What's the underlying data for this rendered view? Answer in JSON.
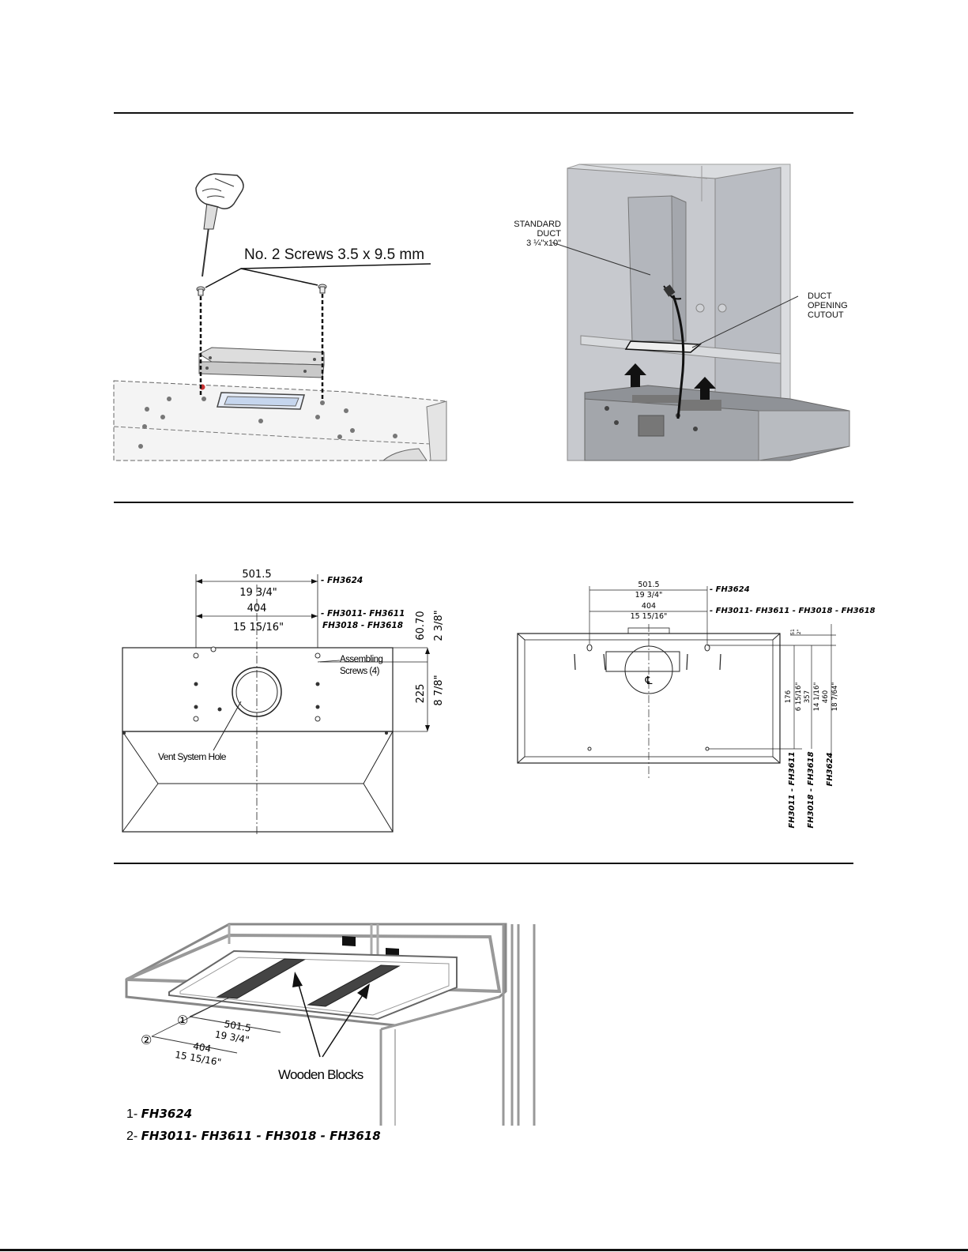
{
  "section1": {
    "screws_label": "No. 2 Screws 3.5 x 9.5 mm",
    "duct_label": [
      "STANDARD",
      "DUCT",
      "3 ¼\"x10\""
    ],
    "cutout_label": [
      "DUCT",
      "OPENING",
      "CUTOUT"
    ]
  },
  "section2": {
    "left": {
      "w1": "501.5",
      "w1_in": "19 3/4\"",
      "w2": "404",
      "w2_in": "15 15/16\"",
      "model_a": "- FH3624",
      "model_b1": "- FH3011- FH3611",
      "model_b2": "FH3018 - FH3618",
      "v1": "60.70",
      "v1_in": "2 3/8\"",
      "v2": "225",
      "v2_in": "8 7/8\"",
      "screws": [
        "Assembling",
        "Screws (4)"
      ],
      "vent_hole": "Vent System Hole"
    },
    "right": {
      "w1": "501.5",
      "w1_in": "19 3/4\"",
      "w2": "404",
      "w2_in": "15 15/16\"",
      "model_a": "- FH3624",
      "model_b": "- FH3011- FH3611 - FH3018 - FH3618",
      "small_dim": "51",
      "small_dim_in": "2\"",
      "d1": "176",
      "d1_in": "6 15/16\"",
      "d2": "357",
      "d2_in": "14 1/16\"",
      "d3": "460",
      "d3_in": "18 7/64\"",
      "group1": "FH3011 - FH3611",
      "group2": "FH3018 - FH3618",
      "group3": "FH3624",
      "centerline": "℄"
    }
  },
  "section3": {
    "mark1": "①",
    "mark2": "②",
    "w1": "501.5",
    "w1_in": "19 3/4\"",
    "w2": "404",
    "w2_in": "15 15/16\"",
    "blocks_label": "Wooden Blocks",
    "legend1_prefix": "1- ",
    "legend1_model": "FH3624",
    "legend2_prefix": "2- ",
    "legend2_model": "FH3011- FH3611 - FH3018 - FH3618"
  }
}
